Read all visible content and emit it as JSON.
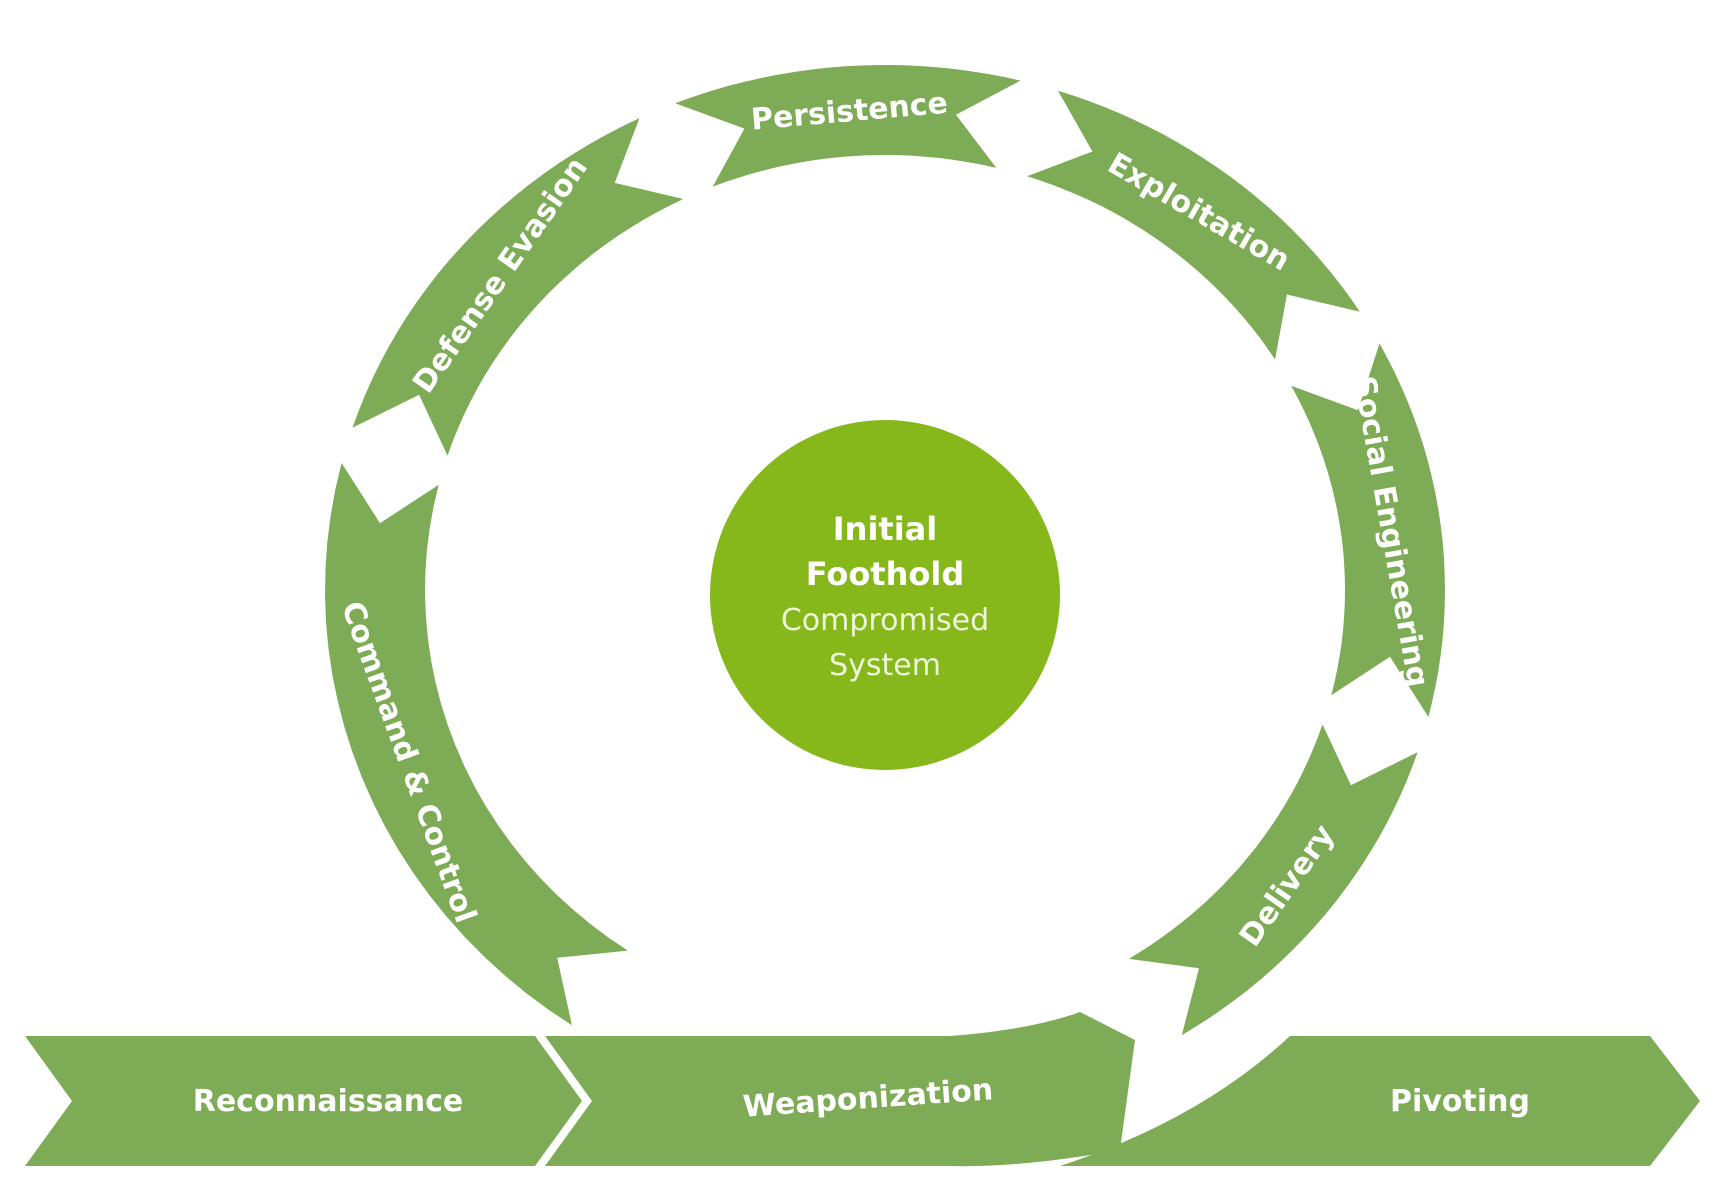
{
  "diagram": {
    "title": "Attack lifecycle",
    "colors": {
      "segment": "#7eab55",
      "hub": "#86b81c",
      "text": "#ffffff",
      "hub_subtext": "#eef6d8",
      "background": "#ffffff"
    },
    "hub": {
      "title_line1": "Initial",
      "title_line2": "Foothold",
      "subtitle_line1": "Compromised",
      "subtitle_line2": "System"
    },
    "linear_stages": [
      {
        "id": "reconnaissance",
        "label": "Reconnaissance"
      },
      {
        "id": "weaponization",
        "label": "Weaponization"
      },
      {
        "id": "pivoting",
        "label": "Pivoting"
      }
    ],
    "cycle_stages": [
      {
        "id": "delivery",
        "label": "Delivery"
      },
      {
        "id": "social-engineering",
        "label": "Social Engineering"
      },
      {
        "id": "exploitation",
        "label": "Exploitation"
      },
      {
        "id": "persistence",
        "label": "Persistence"
      },
      {
        "id": "defense-evasion",
        "label": "Defense Evasion"
      },
      {
        "id": "command-control",
        "label": "Command & Control"
      }
    ],
    "flow": [
      "Reconnaissance",
      "Weaponization",
      "Delivery",
      "Social Engineering",
      "Exploitation",
      "Persistence",
      "Defense Evasion",
      "Command & Control",
      "Pivoting"
    ]
  }
}
